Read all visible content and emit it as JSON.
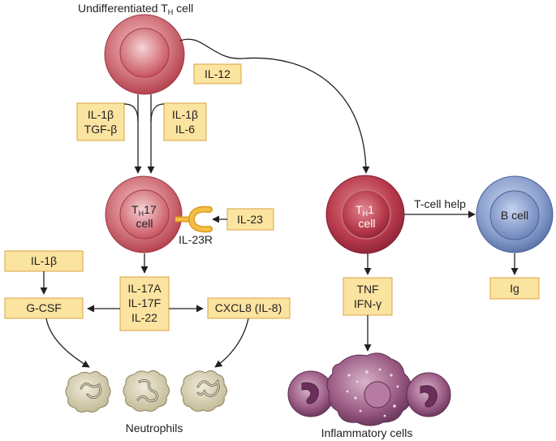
{
  "colors": {
    "box_fill": "#fbe3a0",
    "box_stroke": "#d9a441",
    "th_cell": "#c75a64",
    "b_cell": "#7d94c4",
    "receptor": "#f2b636",
    "neutrophil": "#d8d1b6",
    "inflammatory": "#9a4d7c"
  },
  "cells": {
    "undiff_label_main": "Undifferentiated T",
    "undiff_label_sub": "H",
    "undiff_label_tail": " cell",
    "th17_main": "T",
    "th17_sub": "H",
    "th17_tail": "17",
    "th17_line2": "cell",
    "th1_main": "T",
    "th1_sub": "H",
    "th1_tail": "1",
    "th1_line2": "cell",
    "bcell": "B cell",
    "receptor_label": "IL-23R"
  },
  "boxes": {
    "il12": "IL-12",
    "left_pair": [
      "IL-1β",
      "TGF-β"
    ],
    "right_pair": [
      "IL-1β",
      "IL-6"
    ],
    "il23": "IL-23",
    "il1b_left": "IL-1β",
    "gcsf": "G-CSF",
    "th17_products": [
      "IL-17A",
      "IL-17F",
      "IL-22"
    ],
    "cxcl8": "CXCL8 (IL-8)",
    "th1_products": [
      "TNF",
      "IFN-γ"
    ],
    "ig": "Ig"
  },
  "labels": {
    "tcell_help": "T-cell help",
    "neutrophils": "Neutrophils",
    "inflammatory_cells": "Inflammatory cells"
  }
}
